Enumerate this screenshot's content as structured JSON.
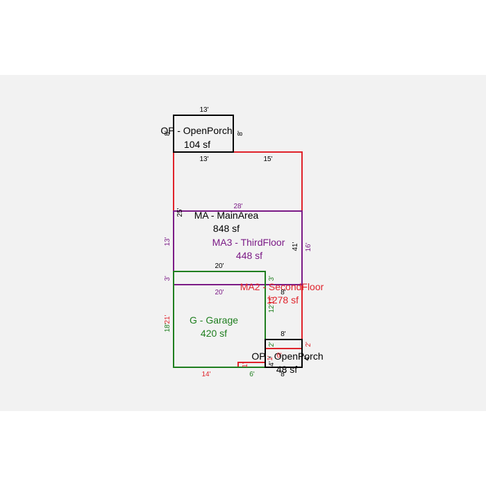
{
  "colors": {
    "black": "#000000",
    "red": "#e0222a",
    "purple": "#7b1a86",
    "green": "#1e7e1e",
    "background": "#f2f2f2"
  },
  "areas": {
    "op_top": {
      "name": "OP - OpenPorch",
      "size": "104 sf"
    },
    "ma": {
      "name": "MA - MainArea",
      "size": "848 sf"
    },
    "ma3": {
      "name": "MA3 - ThirdFloor",
      "size": "448 sf"
    },
    "ma2": {
      "name": "MA2 - SecondFloor",
      "size": "1278 sf"
    },
    "garage": {
      "name": "G - Garage",
      "size": "420 sf"
    },
    "op_bottom": {
      "name": "OP - OpenPorch",
      "size": "48 sf"
    }
  },
  "dimensions": {
    "op_top_width": "13'",
    "op_top_left": "8'",
    "op_top_right": "8'",
    "op_top_bottom": "13'",
    "ma_top_right": "15'",
    "ma_left_25": "25'",
    "ma3_top": "28'",
    "ma3_left": "13'",
    "ma_right_41": "41'",
    "ma3_right": "16'",
    "garage_top": "20'",
    "ma3_bottom": "20'",
    "left_3": "3'",
    "mid_3": "3'",
    "ma2_inner_8": "8'",
    "left_21": "21'",
    "left_18": "18'",
    "mid_12": "12'",
    "mid_15": "15'",
    "op_bottom_top": "8'",
    "op_bottom_2_left": "2'",
    "op_bottom_2_right": "2'",
    "small_6": "6'",
    "small_1": "1'",
    "op_bottom_left_4": "4'",
    "op_bottom_right_4": "4'",
    "bottom_14": "14'",
    "bottom_6": "6'",
    "bottom_1": "1'",
    "op_bottom_bottom": "8'"
  }
}
